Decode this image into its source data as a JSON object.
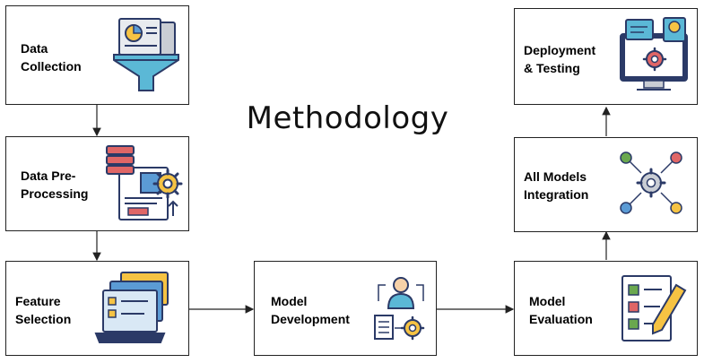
{
  "title": "Methodology",
  "steps": {
    "data_collection": {
      "line1": "Data",
      "line2": "Collection",
      "icon": "funnel-documents-icon"
    },
    "preprocessing": {
      "line1": "Data Pre-",
      "line2": "Processing",
      "icon": "database-document-gear-icon"
    },
    "feature_selection": {
      "line1": "Feature",
      "line2": "Selection",
      "icon": "laptop-checklist-icon"
    },
    "model_development": {
      "line1": "Model",
      "line2": "Development",
      "icon": "person-gear-workflow-icon"
    },
    "model_evaluation": {
      "line1": "Model",
      "line2": "Evaluation",
      "icon": "checklist-pencil-icon"
    },
    "integration": {
      "line1": "All Models",
      "line2": "Integration",
      "icon": "network-gear-icon"
    },
    "deployment": {
      "line1": "Deployment",
      "line2": "& Testing",
      "icon": "monitor-gear-bulb-icon"
    }
  },
  "colors": {
    "border": "#222222",
    "navy": "#2b3a67",
    "blue": "#5b9bd5",
    "orange": "#f5a623",
    "red": "#e06666",
    "green": "#6aa84f",
    "yellow": "#f6c343"
  }
}
